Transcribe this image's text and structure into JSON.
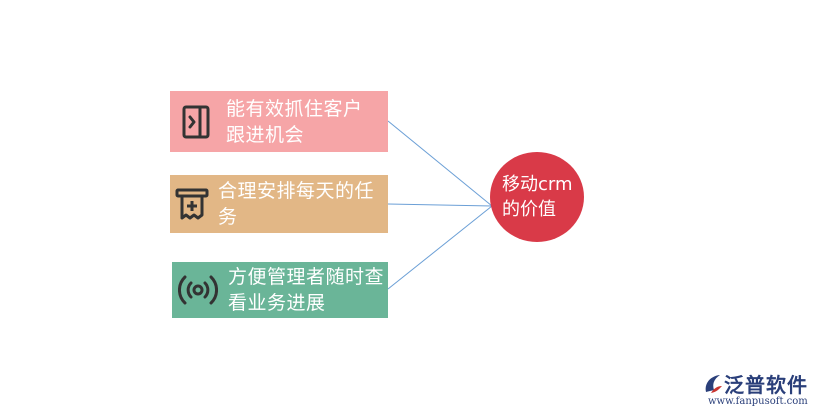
{
  "colors": {
    "box1_bg": "#f6a5a7",
    "box2_bg": "#e2b786",
    "box3_bg": "#6ab598",
    "circle_bg": "#d93a48",
    "connector": "#6b9fd6",
    "icon_dark": "#333333"
  },
  "diagram": {
    "items": [
      {
        "text": "能有效抓住客户跟进机会",
        "icon": "login-door-icon"
      },
      {
        "text": "合理安排每天的任务",
        "icon": "receipt-plus-icon"
      },
      {
        "text": "方便管理者随时查看业务进展",
        "icon": "broadcast-signal-icon"
      }
    ],
    "center": {
      "text": "移动crm\n的价值"
    }
  },
  "logo": {
    "brand": "泛普软件",
    "url": "www.fanpusoft.com",
    "icon": "fanpu-logo-icon"
  }
}
